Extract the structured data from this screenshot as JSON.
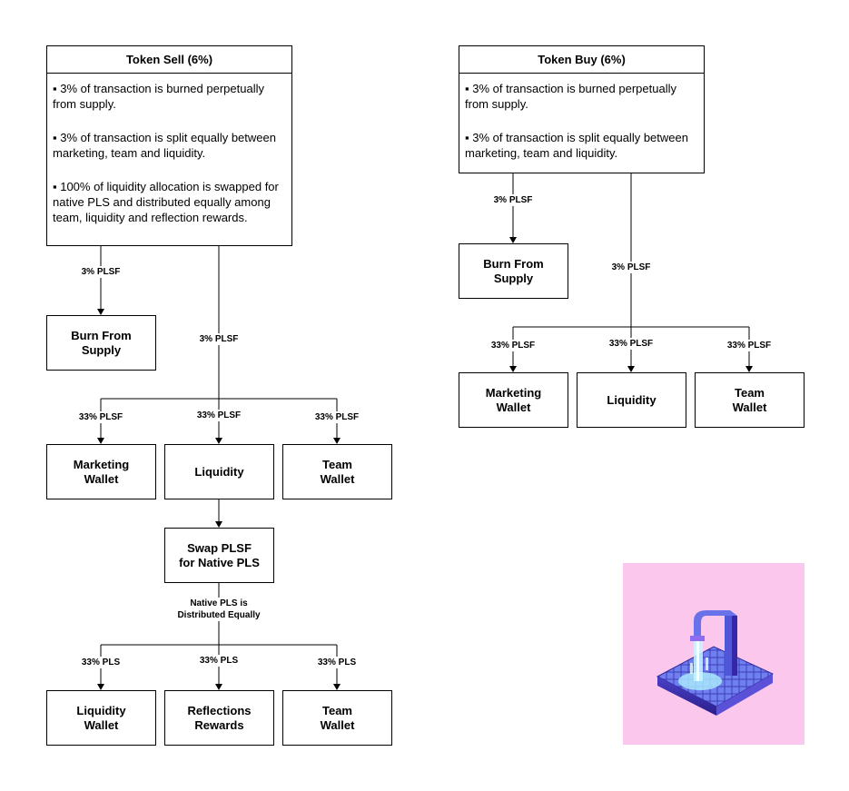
{
  "sell": {
    "title": "Token Sell (6%)",
    "bullets": [
      "▪ 3% of transaction is burned perpetually from supply.",
      "▪ 3% of transaction is split equally between marketing, team and liquidity.",
      "▪ 100% of liquidity allocation is swapped for native PLS and distributed equally among team, liquidity and reflection rewards."
    ],
    "burn_label": "3% PLSF",
    "burn_node": "Burn From\nSupply",
    "split_label": "3% PLSF",
    "marketing_label": "33% PLSF",
    "liquidity_label": "33% PLSF",
    "team_label": "33% PLSF",
    "marketing_node": "Marketing\nWallet",
    "liquidity_node": "Liquidity",
    "team_node": "Team\nWallet",
    "swap_node": "Swap PLSF\nfor Native PLS",
    "distribute_label": "Native PLS is\nDistributed Equally",
    "pls_liq_label": "33% PLS",
    "pls_refl_label": "33% PLS",
    "pls_team_label": "33% PLS",
    "liq_wallet_node": "Liquidity\nWallet",
    "refl_node": "Reflections\nRewards",
    "team_wallet2_node": "Team\nWallet"
  },
  "buy": {
    "title": "Token Buy (6%)",
    "bullets": [
      "▪ 3% of transaction is burned perpetually from supply.",
      "▪ 3% of transaction is split equally between marketing, team and liquidity."
    ],
    "burn_label": "3% PLSF",
    "burn_node": "Burn From\nSupply",
    "split_label": "3% PLSF",
    "marketing_label": "33% PLSF",
    "liquidity_label": "33% PLSF",
    "team_label": "33% PLSF",
    "marketing_node": "Marketing\nWallet",
    "liquidity_node": "Liquidity",
    "team_node": "Team\nWallet"
  },
  "colors": {
    "art_background": "#fbc7ec",
    "tile_top": "#5b6ee0",
    "tile_side": "#3a2fa8",
    "water": "#c9f4ff"
  },
  "icons": [
    "faucet-illustration"
  ]
}
